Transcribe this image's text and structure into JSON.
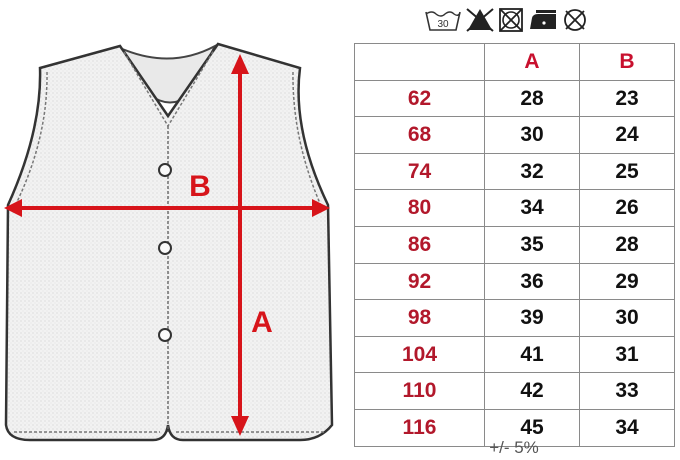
{
  "care_icons": [
    {
      "icon": "wash-30-icon",
      "label": "30"
    },
    {
      "icon": "no-bleach-icon"
    },
    {
      "icon": "no-tumble-dry-icon"
    },
    {
      "icon": "iron-low-icon"
    },
    {
      "icon": "no-dry-clean-icon"
    }
  ],
  "diagram": {
    "label_b": "B",
    "label_a": "A",
    "arrow_color": "#d7141a"
  },
  "table": {
    "headers": [
      "",
      "A",
      "B"
    ],
    "rows": [
      {
        "size": "62",
        "a": "28",
        "b": "23"
      },
      {
        "size": "68",
        "a": "30",
        "b": "24"
      },
      {
        "size": "74",
        "a": "32",
        "b": "25"
      },
      {
        "size": "80",
        "a": "34",
        "b": "26"
      },
      {
        "size": "86",
        "a": "35",
        "b": "28"
      },
      {
        "size": "92",
        "a": "36",
        "b": "29"
      },
      {
        "size": "98",
        "a": "39",
        "b": "30"
      },
      {
        "size": "104",
        "a": "41",
        "b": "31"
      },
      {
        "size": "110",
        "a": "42",
        "b": "33"
      },
      {
        "size": "116",
        "a": "45",
        "b": "34"
      }
    ]
  },
  "tolerance": "+/- 5%"
}
